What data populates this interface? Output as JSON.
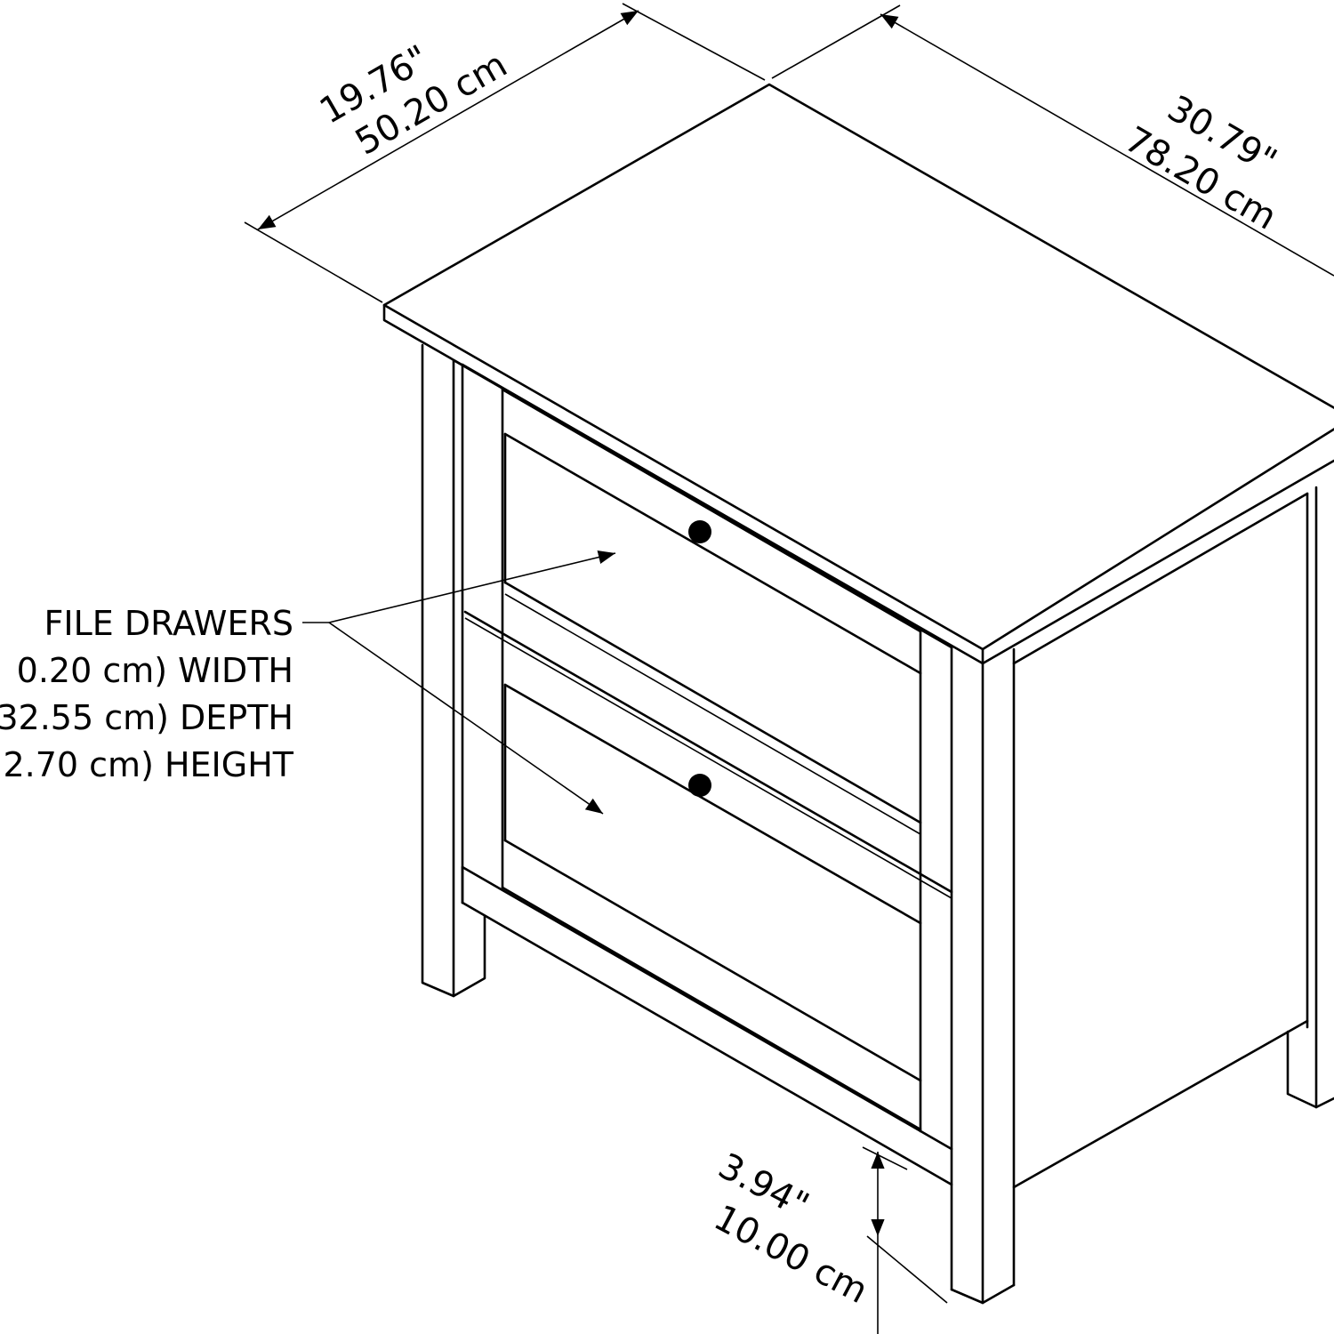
{
  "dimensions": {
    "depth": {
      "inches": "19.76\"",
      "cm": "50.20 cm"
    },
    "width": {
      "inches": "30.79\"",
      "cm": "78.20 cm"
    },
    "clearance": {
      "inches": "3.94\"",
      "cm": "10.00 cm"
    }
  },
  "callout": {
    "title": "FILE DRAWERS",
    "lines": [
      "0.20 cm) WIDTH",
      "32.55 cm) DEPTH",
      "2.70 cm) HEIGHT"
    ]
  },
  "colors": {
    "line": "#000000",
    "background": "#ffffff"
  }
}
